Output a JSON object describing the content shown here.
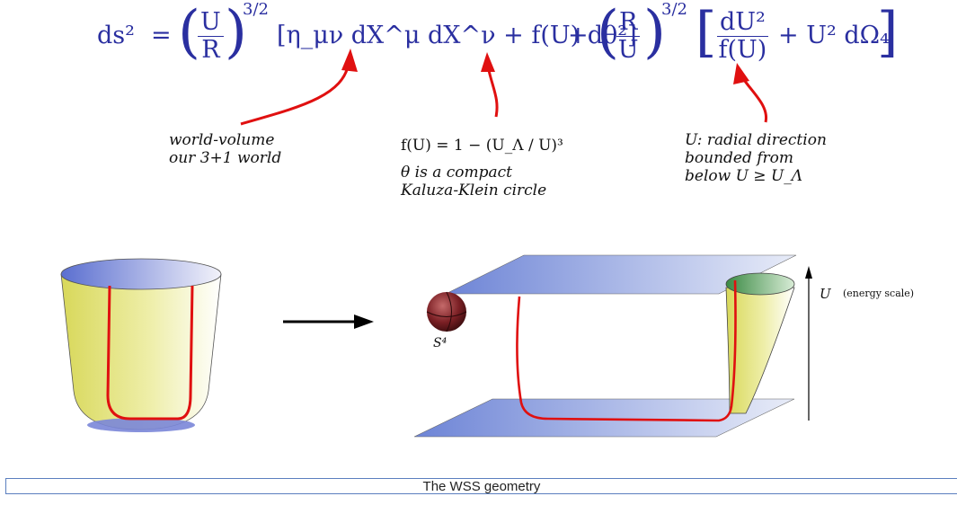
{
  "formula": {
    "lhs": "ds²",
    "eq": "=",
    "frac1_num": "U",
    "frac1_den": "R",
    "exp1": "3/2",
    "bracket1": "[η_μν dX^μ dX^ν + f(U) dθ²]",
    "plus1": "+",
    "frac2_num": "R",
    "frac2_den": "U",
    "exp2": "3/2",
    "frac3_num": "dU²",
    "frac3_den": "f(U)",
    "tail": "+ U² dΩ₄"
  },
  "annotations": {
    "world_volume": [
      "world-volume",
      "our 3+1 world"
    ],
    "f_def": "f(U) = 1 − (U_Λ / U)³",
    "theta": [
      "θ is a compact",
      "Kaluza-Klein circle"
    ],
    "radial": [
      "U: radial direction",
      "bounded from",
      "below U ≥ U_Λ"
    ]
  },
  "figure": {
    "s4_label": "S⁴",
    "axis_symbol": "U",
    "axis_note": "(energy scale)"
  },
  "caption": "The WSS geometry",
  "colors": {
    "formula": "#2a2fa0",
    "arrow_red": "#e01010",
    "plane_blue": "#6f86d6",
    "cup_yellow": "#e6e67a",
    "sphere": "#7a1f24",
    "green_rim": "#4f9a52"
  }
}
